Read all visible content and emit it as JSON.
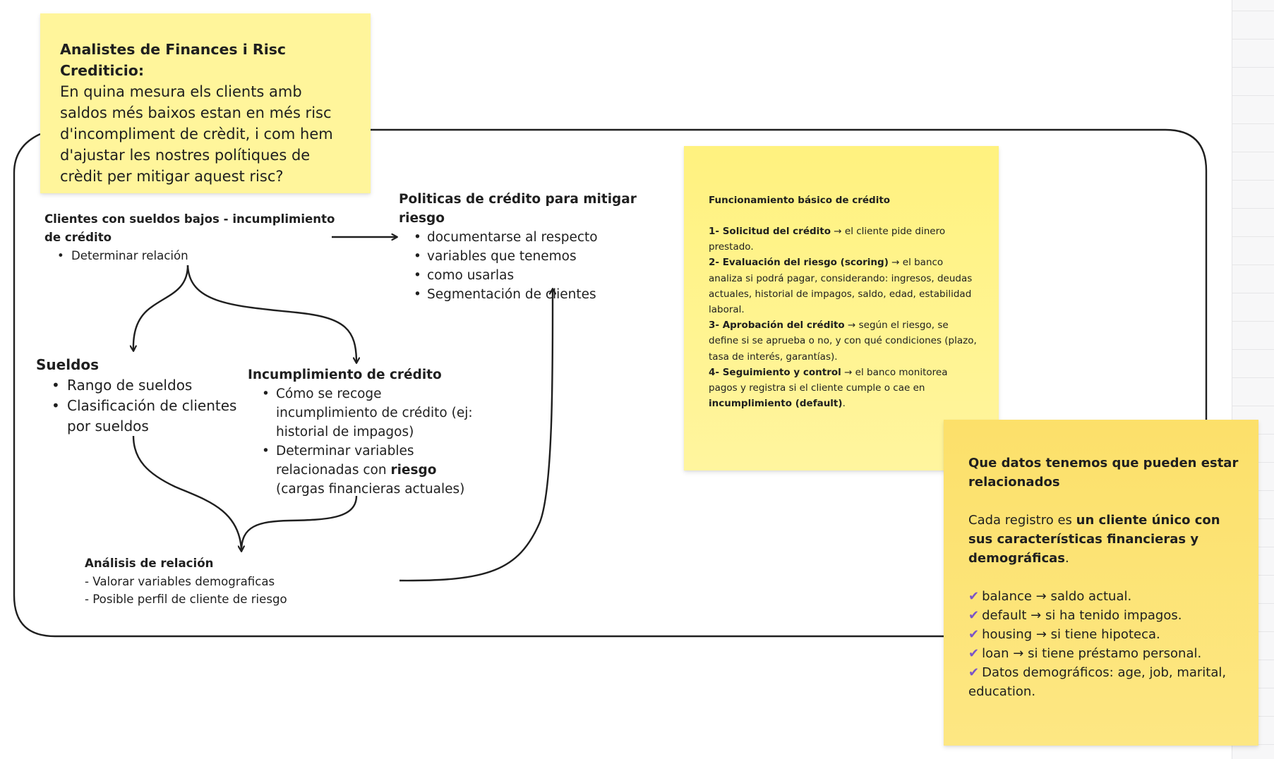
{
  "question_note": {
    "title": "Analistes de Finances i Risc Crediticio:",
    "body": "En quina mesura els clients amb saldos més baixos estan en més risc d'incompliment de crèdit, i com hem d'ajustar les nostres polítiques de crèdit per mitigar aquest risc?"
  },
  "nodes": {
    "clientes": {
      "title": "Clientes con sueldos bajos - incumplimiento de crédito",
      "items": [
        "Determinar relación"
      ]
    },
    "politicas": {
      "title": "Politicas de crédito para mitigar riesgo",
      "items": [
        "documentarse al respecto",
        "variables que tenemos",
        "como usarlas",
        "Segmentación de clientes"
      ]
    },
    "sueldos": {
      "title": "Sueldos",
      "items": [
        "Rango de sueldos",
        "Clasificación de clientes por sueldos"
      ]
    },
    "incumplimiento": {
      "title": "Incumplimiento de crédito",
      "item1": "Cómo se recoge incumplimiento de crédito (ej: historial de impagos)",
      "item2_a": "Determinar variables relacionadas con ",
      "item2_b": "riesgo",
      "item2_c": "(cargas financieras actuales)"
    },
    "analisis": {
      "title": "Análisis de relación",
      "lines": [
        "- Valorar variables demograficas",
        "- Posible perfil de cliente de riesgo"
      ]
    }
  },
  "credit_note": {
    "title": "Funcionamiento básico de crédito",
    "steps": [
      {
        "label": "1- Solicitud del crédito",
        "text": " → el cliente pide dinero prestado."
      },
      {
        "label": "2- Evaluación del riesgo (scoring)",
        "text": " → el banco analiza si podrá pagar, considerando: ingresos, deudas actuales, historial de impagos, saldo, edad, estabilidad laboral."
      },
      {
        "label": "3- Aprobación del crédito",
        "text": " → según el riesgo, se define si se aprueba o no, y con qué condiciones (plazo, tasa de interés, garantías)."
      },
      {
        "label": "4- Seguimiento y control",
        "text": " → el banco monitorea pagos y registra si el cliente cumple o cae en "
      }
    ],
    "step4_bold_end": "incumplimiento (default)",
    "step4_tail": "."
  },
  "data_note": {
    "title": "Que datos tenemos que pueden estar relacionados",
    "intro_a": "Cada registro es ",
    "intro_b": "un cliente único con sus características financieras y demográficas",
    "intro_c": ".",
    "rows": [
      "balance → saldo actual.",
      "default → si ha tenido impagos.",
      "housing → si tiene hipoteca.",
      "loan → si tiene préstamo personal.",
      "Datos demográficos: age, job, marital, education."
    ],
    "check_icon": "✔",
    "check_color": "#7b55c7"
  },
  "colors": {
    "sticky_light": "#fff59b",
    "sticky_gold": "#fde474",
    "frame_stroke": "#1f1f1f"
  }
}
